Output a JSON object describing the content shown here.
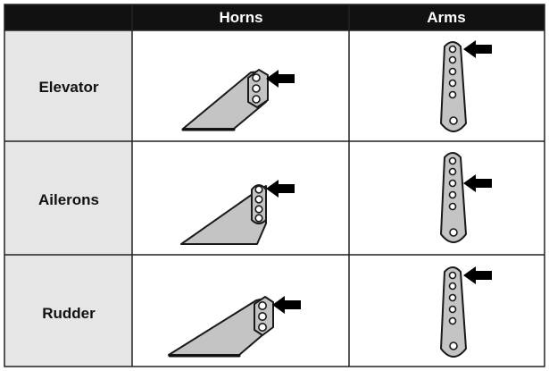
{
  "table": {
    "columns": [
      "",
      "Horns",
      "Arms"
    ],
    "rows": [
      {
        "label": "Elevator"
      },
      {
        "label": "Ailerons"
      },
      {
        "label": "Rudder"
      }
    ]
  },
  "colors": {
    "header_background": "#111111",
    "label_cell_background": "#e6e6e6",
    "part_fill": "#c4c4c4",
    "arrow": "#000000"
  },
  "icons": {
    "horn": "control-horn-icon",
    "arm": "servo-arm-icon",
    "arrow": "arrow-left-icon"
  }
}
